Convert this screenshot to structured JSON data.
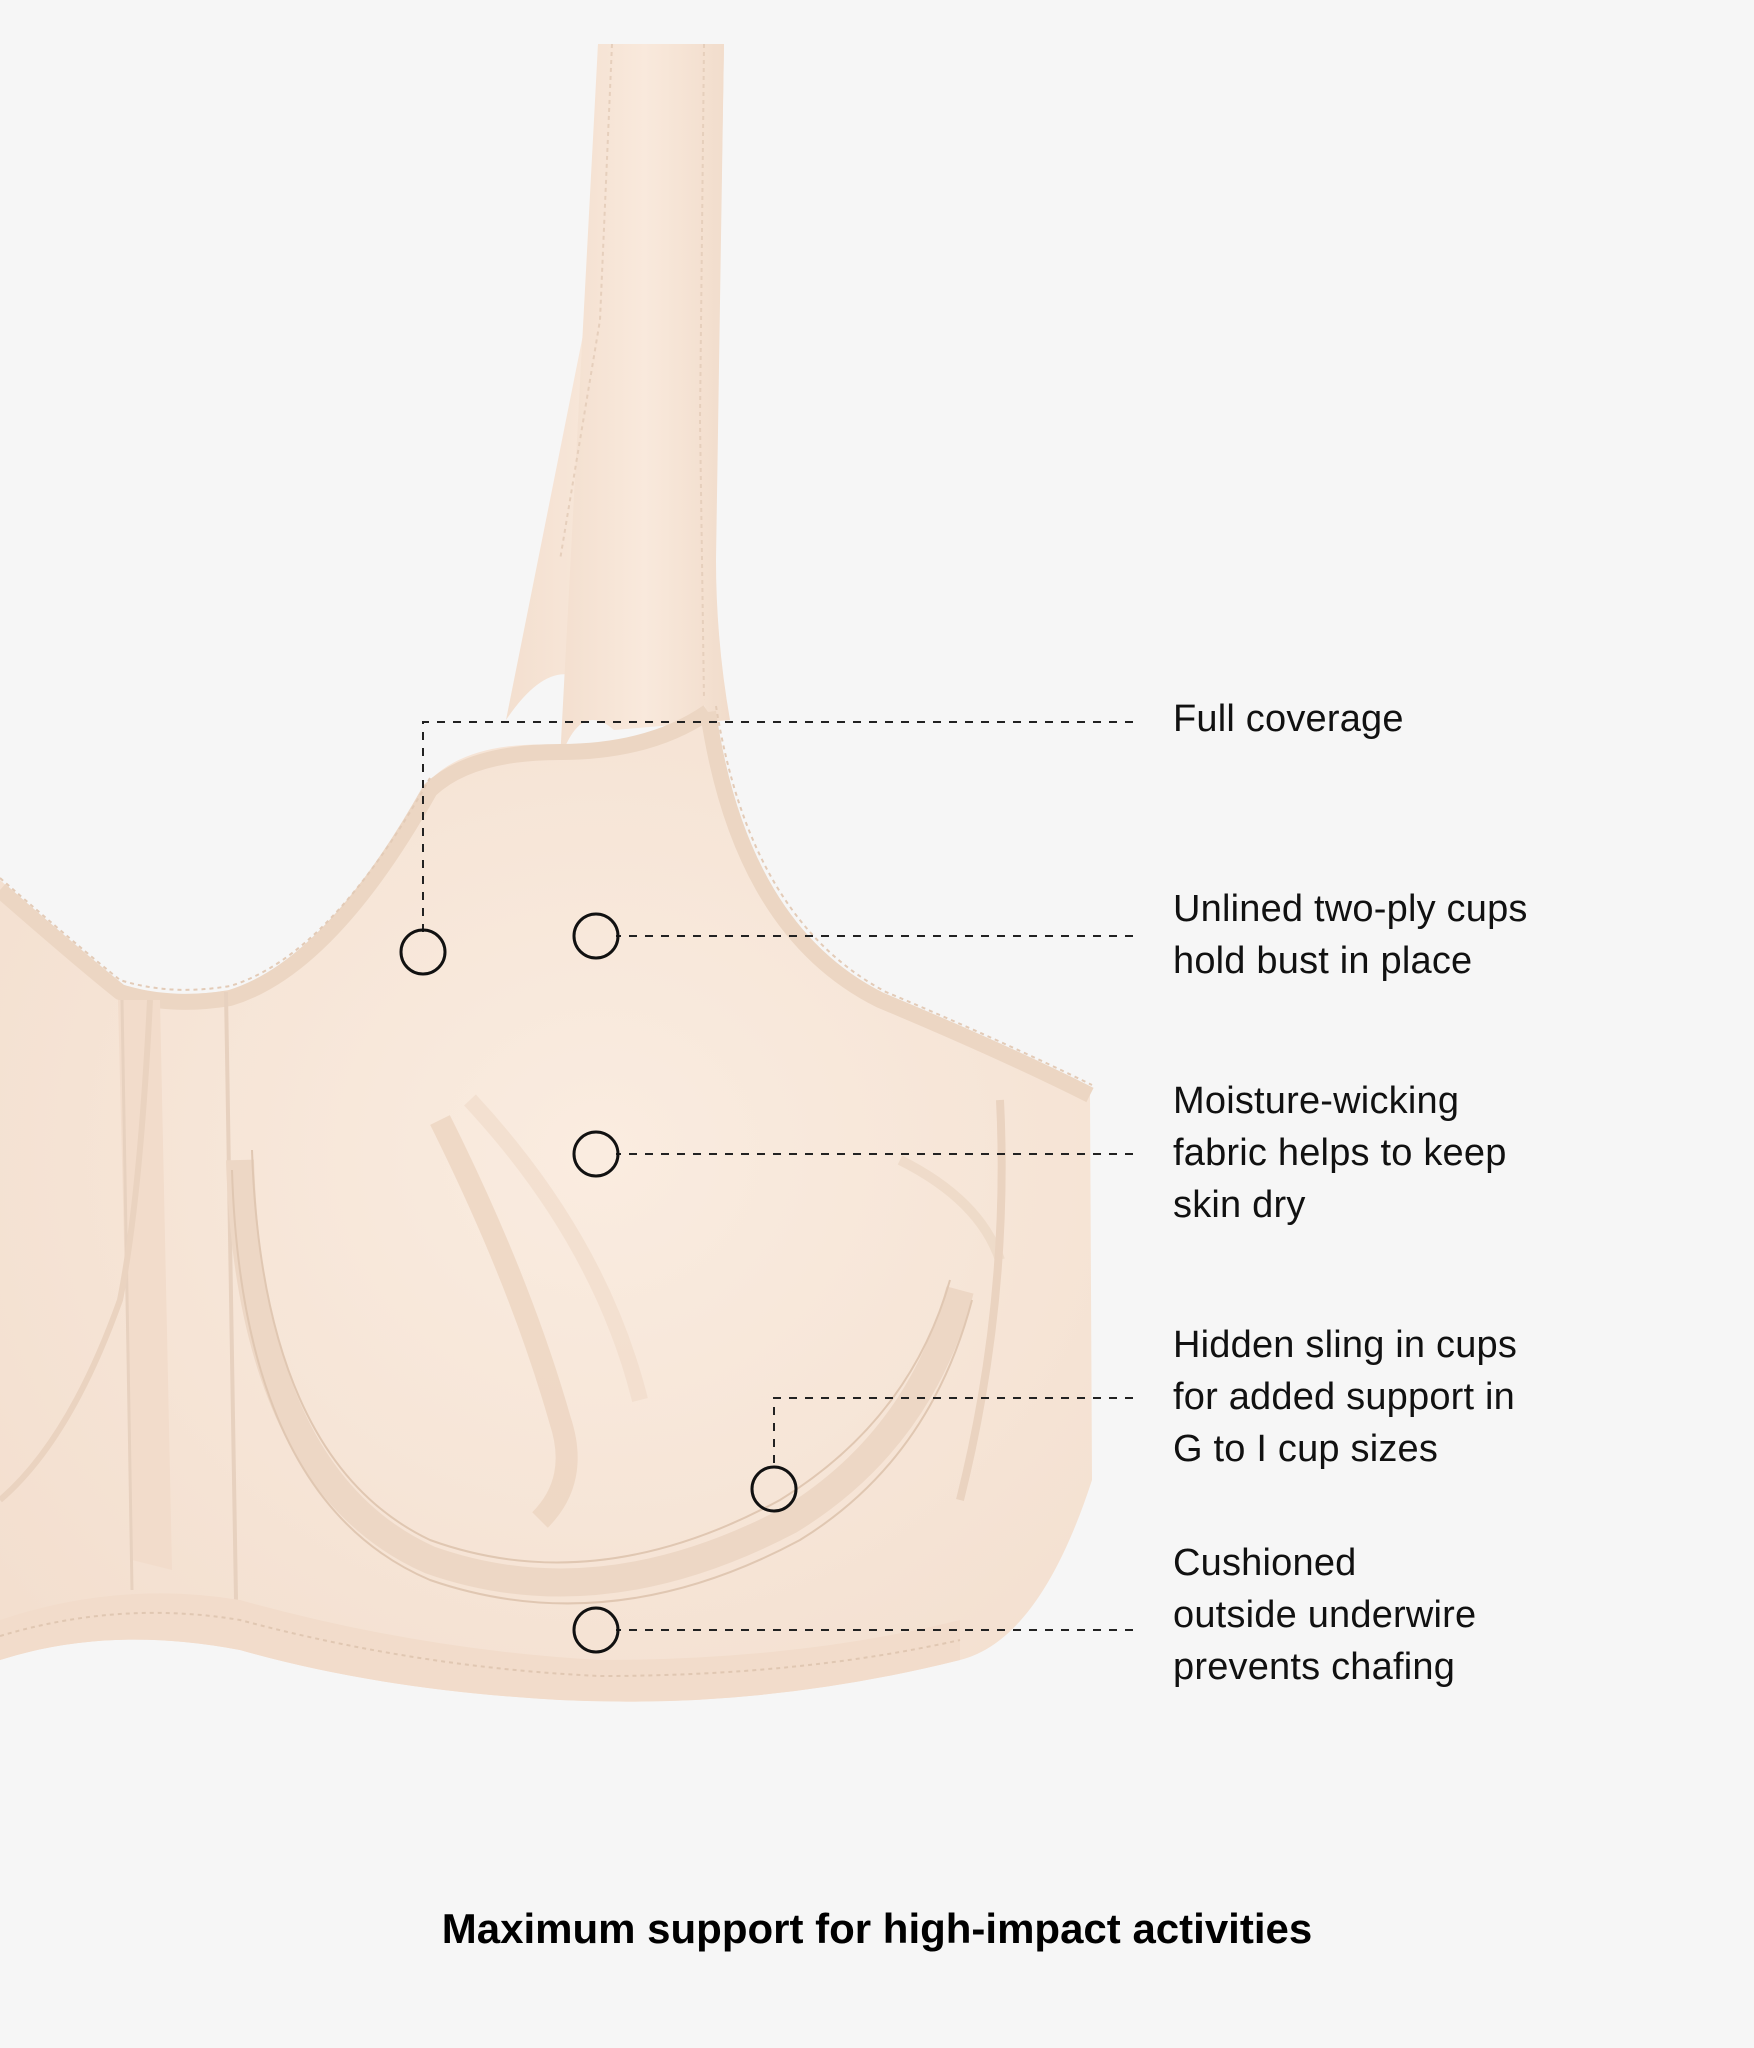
{
  "colors": {
    "background": "#f6f6f6",
    "fabric": "#f9e8da",
    "fabric_shadow": "#efd9c7",
    "text": "#111111",
    "callout_line": "#222222"
  },
  "callouts": [
    {
      "id": "full-coverage",
      "lines": [
        "Full coverage"
      ]
    },
    {
      "id": "unlined-cups",
      "lines": [
        "Unlined two-ply cups",
        "hold bust in place"
      ]
    },
    {
      "id": "moisture-wicking",
      "lines": [
        "Moisture-wicking",
        "fabric helps to keep",
        "skin dry"
      ]
    },
    {
      "id": "hidden-sling",
      "lines": [
        "Hidden sling in cups",
        "for added support in",
        "G to I cup sizes"
      ]
    },
    {
      "id": "cushioned-underwire",
      "lines": [
        "Cushioned",
        "outside underwire",
        "prevents chafing"
      ]
    }
  ],
  "caption": "Maximum support for high-impact activities"
}
